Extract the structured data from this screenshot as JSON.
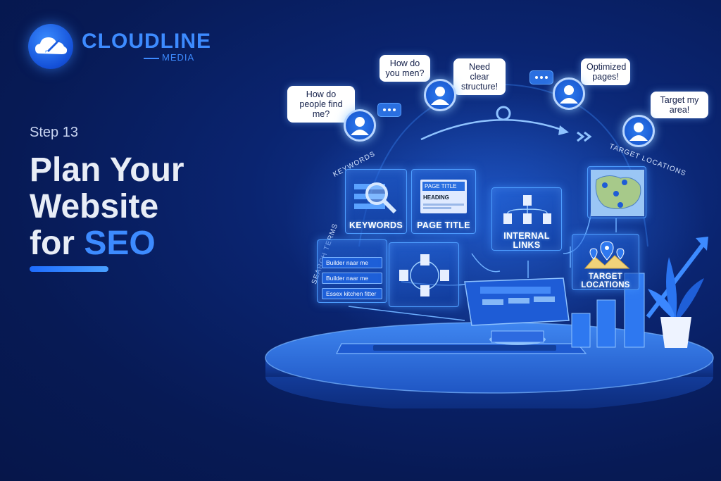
{
  "brand": {
    "name": "CLOUDLINE",
    "subname": "MEDIA",
    "logo_icon": "rocket-cloud-icon",
    "color_accent": "#3d8bff"
  },
  "heading": {
    "step": "Step 13",
    "line1": "Plan Your",
    "line2": "Website",
    "line3_prefix": "for ",
    "line3_highlight": "SEO"
  },
  "bubbles": [
    "How do people find me?",
    "How do you men?",
    "Need clear structure!",
    "Optimized pages!",
    "Target my area!"
  ],
  "panels": {
    "keywords_label": "KEYWORDS",
    "page_title_label": "PAGE TITLE",
    "page_title_chip": "PAGE TITLE",
    "heading_chip": "HEADING",
    "internal_links_label_1": "INTERNAL",
    "internal_links_label_2": "LINKS",
    "target_locations_label_1": "TARGET",
    "target_locations_label_2": "LOCATIONS"
  },
  "curved_labels": {
    "keywords": "KEYWORDS",
    "target_locations": "TARGET LOCATIONS",
    "search_terms": "SEARCH TERMS"
  },
  "queries": [
    "Builder naar me",
    "Builder naar me",
    "Essex kitchen fitter"
  ]
}
